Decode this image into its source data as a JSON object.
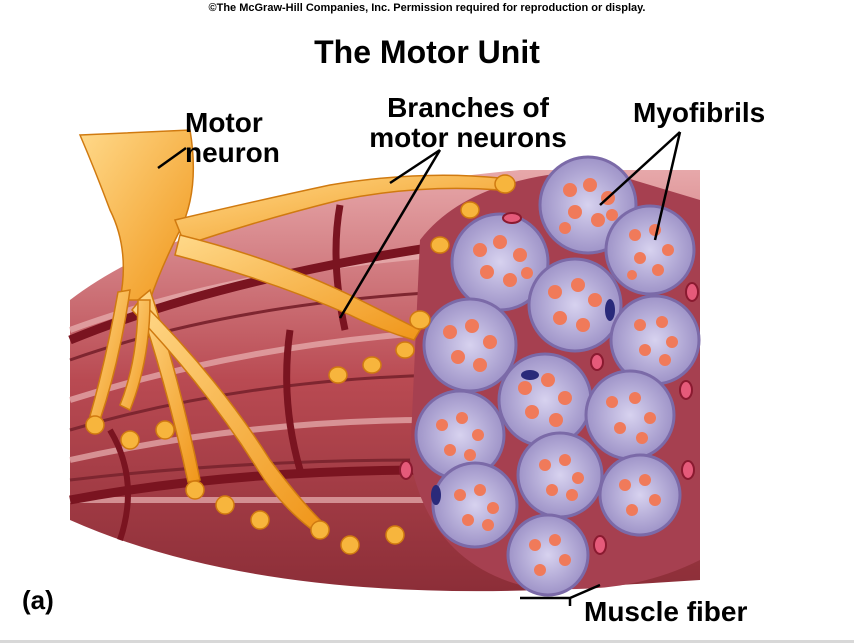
{
  "copyright": "©The McGraw-Hill Companies, Inc. Permission required for reproduction or display.",
  "title": "The Motor Unit",
  "labels": {
    "motor_neuron_line1": "Motor",
    "motor_neuron_line2": "neuron",
    "branches_line1": "Branches of",
    "branches_line2": "motor neurons",
    "myofibrils": "Myofibrils",
    "muscle_fiber": "Muscle fiber",
    "panel": "(a)"
  },
  "colors": {
    "muscle": "#b5424c",
    "muscle_light": "#d88a8e",
    "vessel": "#7a1420",
    "neuron": "#f5a623",
    "neuron_light": "#ffd27a",
    "fiber_membrane": "#9a8fc4",
    "fiber_inner": "#c9c3e6",
    "myofibril": "#f07a5a",
    "nucleus": "#2a2a7a"
  }
}
